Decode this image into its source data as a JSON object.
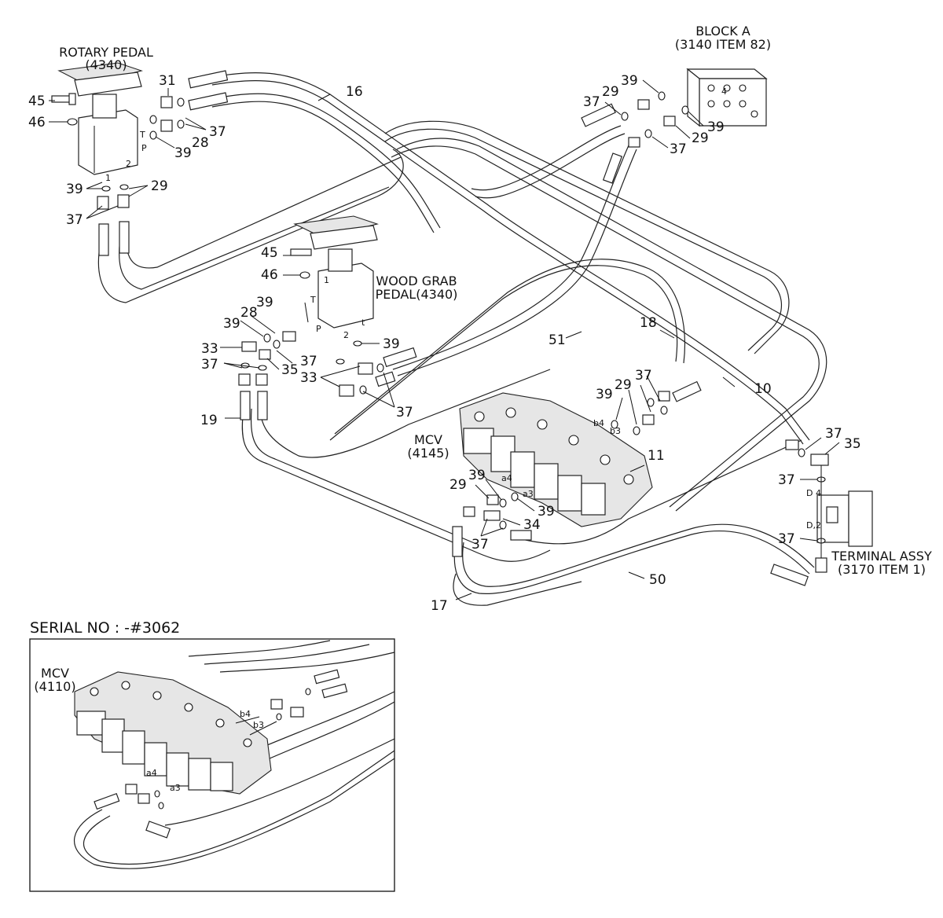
{
  "assemblies": {
    "rotary_pedal": [
      "ROTARY PEDAL",
      "(4340)"
    ],
    "block_a": [
      "BLOCK A",
      "(3140 ITEM 82)"
    ],
    "wood_grab_pedal": [
      "WOOD GRAB",
      "PEDAL(4340)"
    ],
    "mcv": [
      "MCV",
      "(4145)"
    ],
    "terminal_assy": [
      "TERMINAL ASSY",
      "(3170 ITEM 1)"
    ]
  },
  "port_marks": {
    "rotary_t": "T",
    "rotary_p": "P",
    "rotary_1": "1",
    "rotary_2": "2",
    "wood_t": "T",
    "wood_p": "P",
    "wood_1": "1",
    "wood_2": "2",
    "wood_t_small": "t",
    "block_a4": "4",
    "mcv_b4": "b4",
    "mcv_b3": "b3",
    "mcv_a4": "a4",
    "mcv_a3": "a3",
    "term_d4": "D 4",
    "term_d2": "D,2"
  },
  "callouts": {
    "c45_top": "45",
    "c46_top": "46",
    "c31": "31",
    "c16": "16",
    "c37_rp": "37",
    "c28_rp": "28",
    "c39_rp": "39",
    "c39_left": "39",
    "c29_left": "29",
    "c37_left": "37",
    "c39_ba_top": "39",
    "c29_ba": "29",
    "c37_ba": "37",
    "c39_ba_r": "39",
    "c29_ba_r": "29",
    "c37_ba_r": "37",
    "c45_mid": "45",
    "c46_mid": "46",
    "c39_wg_a": "39",
    "c39_wg_b": "39",
    "c28_wg": "28",
    "c33_a": "33",
    "c37_wg_a": "37",
    "c35_wg": "35",
    "c37_wg_b": "37",
    "c39_wg_c": "39",
    "c33_b": "33",
    "c37_wg_c": "37",
    "c18": "18",
    "c51": "51",
    "c10": "10",
    "c19": "19",
    "c37_mcv": "37",
    "c29_mcv": "29",
    "c39_mcv": "39",
    "c11": "11",
    "c37_t": "37",
    "c35_t": "35",
    "c37_t2": "37",
    "c37_t3": "37",
    "c29_low": "29",
    "c39_low": "39",
    "c39_low2": "39",
    "c34": "34",
    "c37_low": "37",
    "c50": "50",
    "c17": "17"
  },
  "inset": {
    "serial": "SERIAL NO : -#3062",
    "mcv": [
      "MCV",
      "(4110)"
    ],
    "b4": "b4",
    "b3": "b3",
    "a4": "a4",
    "a3": "a3"
  }
}
